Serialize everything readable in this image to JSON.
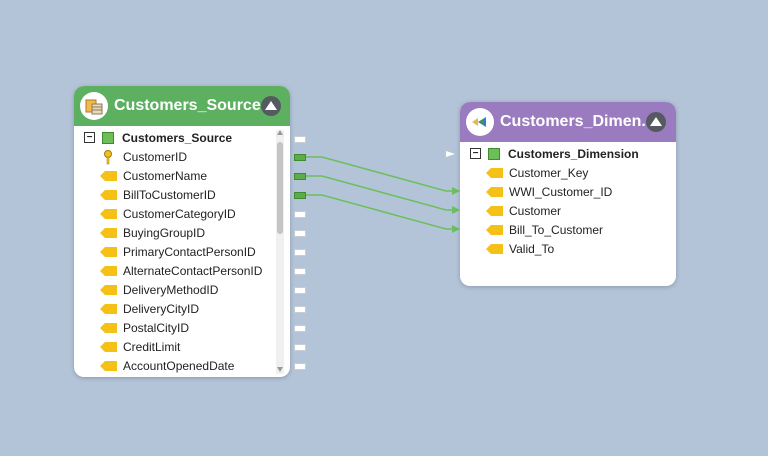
{
  "source_node": {
    "title": "Customers_Source",
    "table_name": "Customers_Source",
    "header_color": "#5db060",
    "fields": [
      {
        "name": "CustomerID",
        "icon": "key-icon",
        "connected": true
      },
      {
        "name": "CustomerName",
        "icon": "field-icon",
        "connected": true
      },
      {
        "name": "BillToCustomerID",
        "icon": "field-icon",
        "connected": true
      },
      {
        "name": "CustomerCategoryID",
        "icon": "field-icon",
        "connected": false
      },
      {
        "name": "BuyingGroupID",
        "icon": "field-icon",
        "connected": false
      },
      {
        "name": "PrimaryContactPersonID",
        "icon": "field-icon",
        "connected": false
      },
      {
        "name": "AlternateContactPersonID",
        "icon": "field-icon",
        "connected": false
      },
      {
        "name": "DeliveryMethodID",
        "icon": "field-icon",
        "connected": false
      },
      {
        "name": "DeliveryCityID",
        "icon": "field-icon",
        "connected": false
      },
      {
        "name": "PostalCityID",
        "icon": "field-icon",
        "connected": false
      },
      {
        "name": "CreditLimit",
        "icon": "field-icon",
        "connected": false
      },
      {
        "name": "AccountOpenedDate",
        "icon": "field-icon",
        "connected": false
      }
    ]
  },
  "dest_node": {
    "title": "Customers_Dimen..",
    "table_name": "Customers_Dimension",
    "header_color": "#9b7bc0",
    "fields": [
      {
        "name": "Customer_Key",
        "icon": "field-icon"
      },
      {
        "name": "WWI_Customer_ID",
        "icon": "field-icon"
      },
      {
        "name": "Customer",
        "icon": "field-icon"
      },
      {
        "name": "Bill_To_Customer",
        "icon": "field-icon"
      },
      {
        "name": "Valid_To",
        "icon": "field-icon"
      }
    ]
  },
  "connector_color": "#6abf5e",
  "field_icon_color": "#f5c116"
}
